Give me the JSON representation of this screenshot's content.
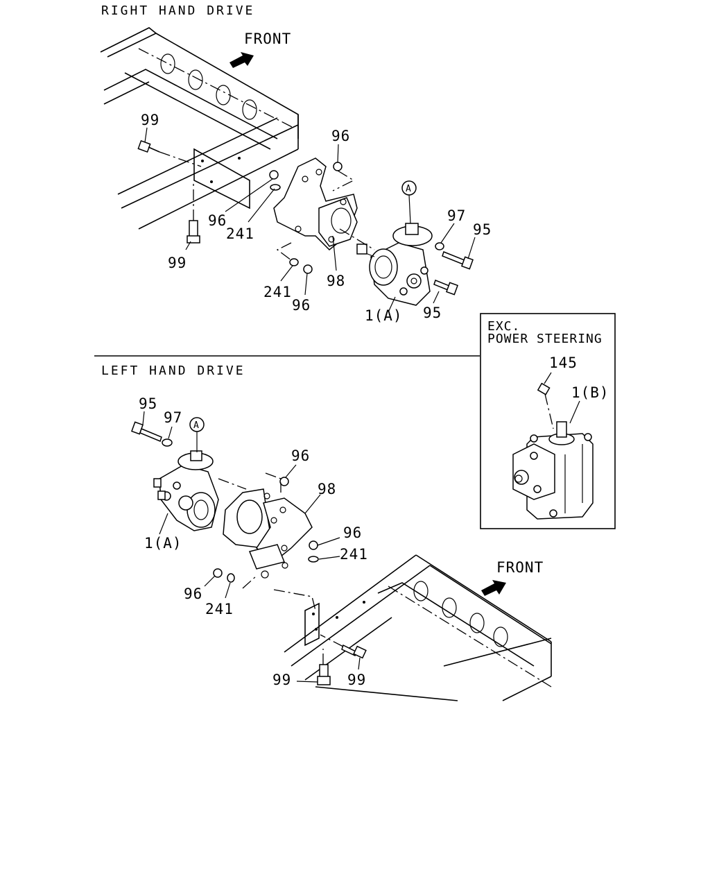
{
  "sections": {
    "rhd": {
      "title": "RIGHT HAND DRIVE",
      "front": "FRONT",
      "callouts": {
        "c99a": "99",
        "c99b": "99",
        "c96a": "96",
        "c96b": "96",
        "c96c": "96",
        "c241a": "241",
        "c241b": "241",
        "c98": "98",
        "c97": "97",
        "c95a": "95",
        "c95b": "95",
        "c1a": "1(A)",
        "cA": "A"
      }
    },
    "lhd": {
      "title": "LEFT HAND DRIVE",
      "front": "FRONT",
      "callouts": {
        "c95": "95",
        "c97": "97",
        "cA": "A",
        "c96a": "96",
        "c98": "98",
        "c96b": "96",
        "c241a": "241",
        "c1a": "1(A)",
        "c96c": "96",
        "c241b": "241",
        "c99a": "99",
        "c99b": "99"
      }
    },
    "inset": {
      "title_line1": "EXC.",
      "title_line2": "POWER STEERING",
      "callouts": {
        "c145": "145",
        "c1b": "1(B)"
      }
    }
  }
}
